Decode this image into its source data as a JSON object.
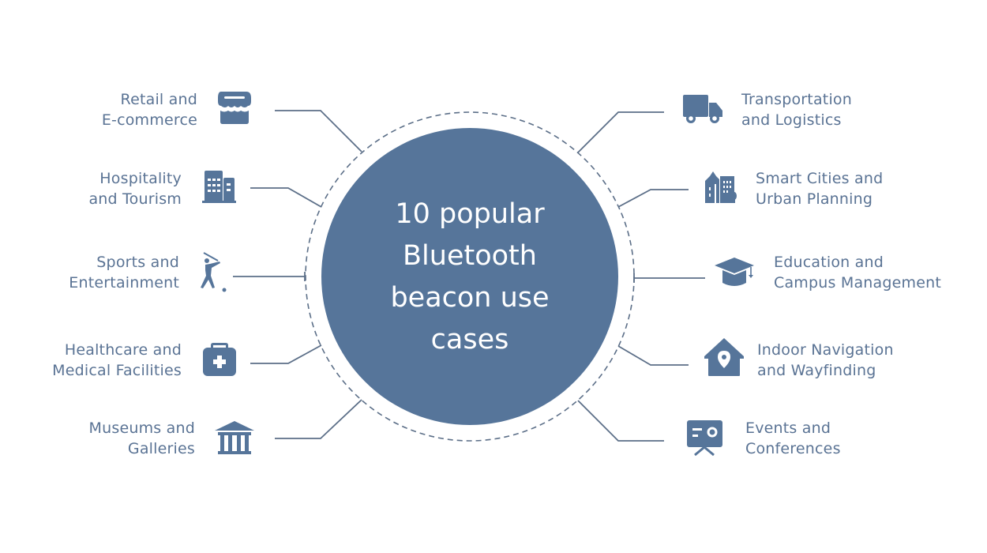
{
  "title": [
    "10 popular",
    "Bluetooth",
    "beacon use",
    "cases"
  ],
  "colors": {
    "primary": "#56759a",
    "text": "#5a7394",
    "line": "#5c6f88",
    "background": "#ffffff"
  },
  "use_cases": [
    {
      "side": "left",
      "icon": "storefront-icon",
      "lines": [
        "Retail and",
        "E-commerce"
      ]
    },
    {
      "side": "left",
      "icon": "buildings-icon",
      "lines": [
        "Hospitality",
        "and Tourism"
      ]
    },
    {
      "side": "left",
      "icon": "golfer-icon",
      "lines": [
        "Sports and",
        "Entertainment"
      ]
    },
    {
      "side": "left",
      "icon": "medical-kit-icon",
      "lines": [
        "Healthcare and",
        "Medical Facilities"
      ]
    },
    {
      "side": "left",
      "icon": "museum-icon",
      "lines": [
        "Museums and",
        "Galleries"
      ]
    },
    {
      "side": "right",
      "icon": "truck-icon",
      "lines": [
        "Transportation",
        "and Logistics"
      ]
    },
    {
      "side": "right",
      "icon": "city-icon",
      "lines": [
        "Smart Cities and",
        "Urban Planning"
      ]
    },
    {
      "side": "right",
      "icon": "graduation-cap-icon",
      "lines": [
        "Education and",
        "Campus Management"
      ]
    },
    {
      "side": "right",
      "icon": "home-location-icon",
      "lines": [
        "Indoor Navigation",
        "and Wayfinding"
      ]
    },
    {
      "side": "right",
      "icon": "presentation-board-icon",
      "lines": [
        "Events and",
        "Conferences"
      ]
    }
  ]
}
